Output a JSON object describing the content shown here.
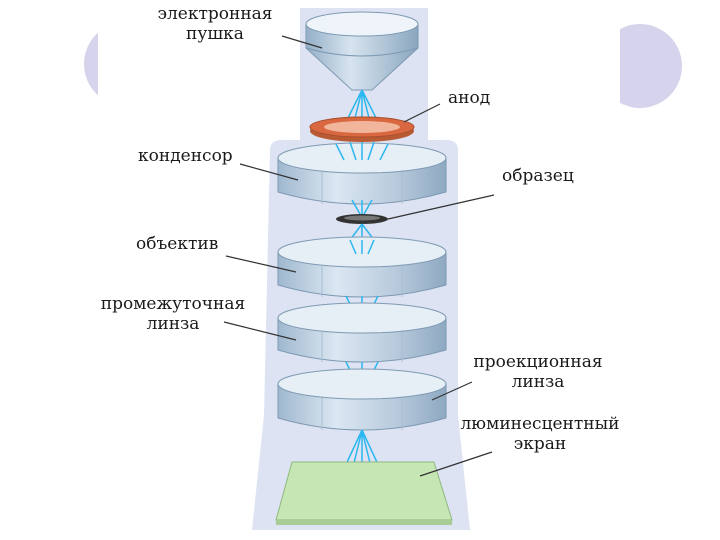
{
  "diagram": {
    "labels": {
      "electron_gun": {
        "line1": "электронная",
        "line2": "пушка"
      },
      "anode": "анод",
      "condenser": "конденсор",
      "sample": "образец",
      "objective": "объектив",
      "intermediate_lens": {
        "line1": "промежуточная",
        "line2": "линза"
      },
      "projection_lens": {
        "line1": "проекционная",
        "line2": "линза"
      },
      "screen": {
        "line1": "люминесцентный",
        "line2": "экран"
      }
    },
    "colors": {
      "column": "#dde3f2",
      "lens_face": "#e6eef6",
      "lens_side": "#b3c8dc",
      "beam": "#2bb7f0",
      "anode": "#d9673f",
      "screen": "#c6e6b4",
      "slide_decor": "#d6d4ec"
    }
  }
}
